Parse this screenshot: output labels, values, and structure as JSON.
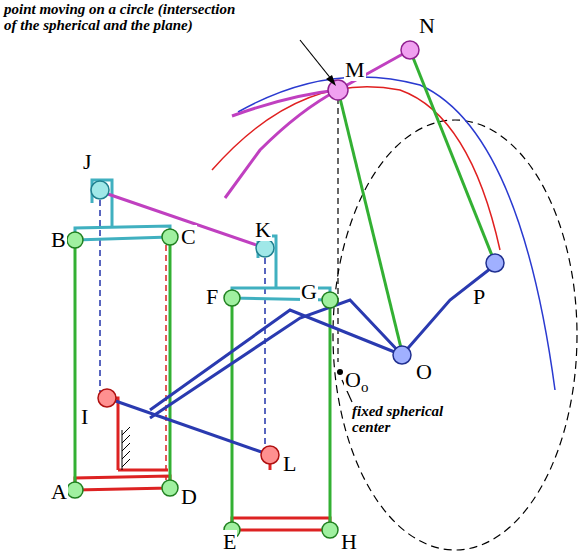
{
  "diagram": {
    "labels": [
      "point moving on a circle (intersection of the spherical and the plane)",
      "N",
      "M",
      "J",
      "B",
      "C",
      "K",
      "F",
      "G",
      "P",
      "O",
      "O",
      "o",
      "fixed spherical center",
      "A",
      "I",
      "D",
      "L",
      "E",
      "H"
    ]
  }
}
